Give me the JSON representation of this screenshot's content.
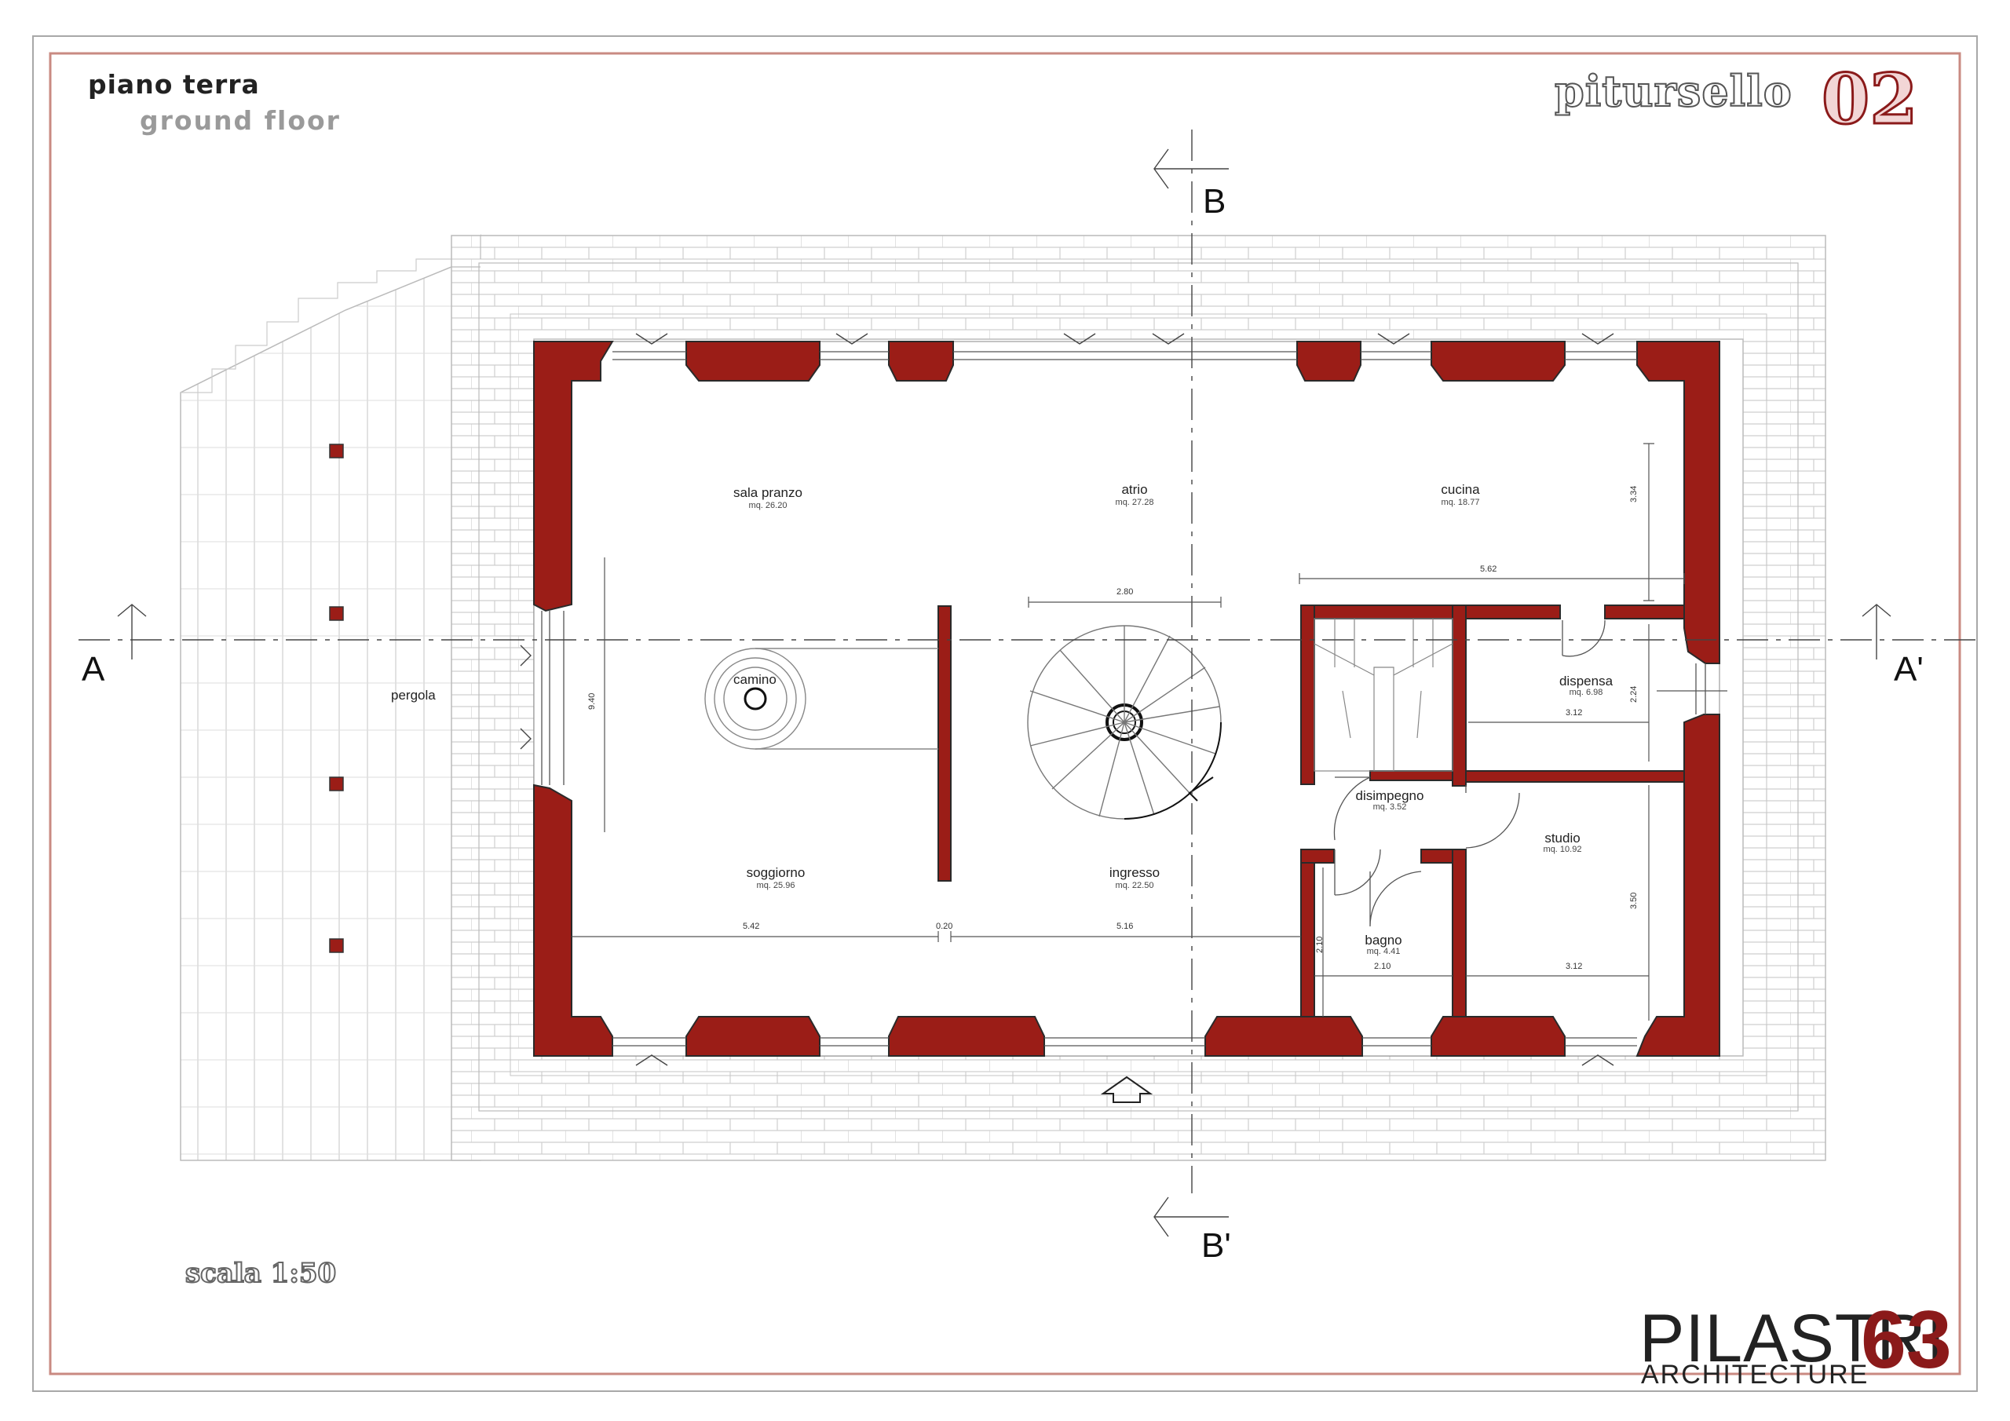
{
  "header": {
    "title_it": "piano terra",
    "title_en": "ground floor",
    "project_name": "pitursello",
    "project_number": "02"
  },
  "footer": {
    "scale": "scala 1:50",
    "brand_main": "PILASTRI",
    "brand_sub": "ARCHITECTURE",
    "brand_number": "63"
  },
  "sections": {
    "a": "A",
    "a_prime": "A'",
    "b": "B",
    "b_prime": "B'"
  },
  "rooms": {
    "sala_pranzo": {
      "name": "sala pranzo",
      "area": "mq. 26.20"
    },
    "atrio": {
      "name": "atrio",
      "area": "mq. 27.28"
    },
    "cucina": {
      "name": "cucina",
      "area": "mq. 18.77"
    },
    "soggiorno": {
      "name": "soggiorno",
      "area": "mq. 25.96"
    },
    "ingresso": {
      "name": "ingresso",
      "area": "mq. 22.50"
    },
    "dispensa": {
      "name": "dispensa",
      "area": "mq. 6.98"
    },
    "disimpegno": {
      "name": "disimpegno",
      "area": "mq. 3.52"
    },
    "studio": {
      "name": "studio",
      "area": "mq. 10.92"
    },
    "bagno": {
      "name": "bagno",
      "area": "mq. 4.41"
    }
  },
  "labels": {
    "camino": "camino",
    "pergola": "pergola"
  },
  "dimensions": {
    "d280": "2.80",
    "d562": "5.62",
    "d334": "3.34",
    "d940": "9.40",
    "d224": "2.24",
    "d312a": "3.12",
    "d350": "3.50",
    "d542": "5.42",
    "d020": "0.20",
    "d516": "5.16",
    "d210v": "2.10",
    "d210h": "2.10",
    "d312b": "3.12"
  },
  "colors": {
    "wall": "#9b1d17",
    "frame": "#c98a82",
    "tile": "#cfcfcf",
    "line": "#444444"
  }
}
